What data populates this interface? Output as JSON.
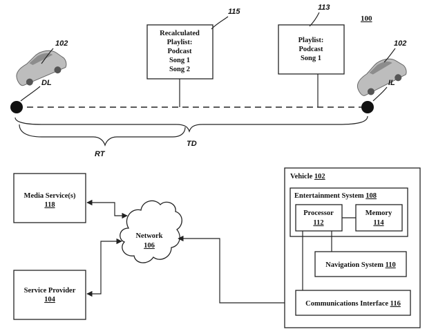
{
  "figure_number": "100",
  "top": {
    "car_ref": "102",
    "dl_label": "DL",
    "il_label": "IL",
    "rt_label": "RT",
    "td_label": "TD",
    "box115": {
      "ref": "115",
      "lines": [
        "Recalculated",
        "Playlist:",
        "Podcast",
        "Song 1",
        "Song 2"
      ]
    },
    "box113": {
      "ref": "113",
      "lines": [
        "Playlist:",
        "Podcast",
        "Song 1"
      ]
    }
  },
  "bottom": {
    "media": {
      "label": "Media Service(s)",
      "ref": "118"
    },
    "provider": {
      "label": "Service Provider",
      "ref": "104"
    },
    "network": {
      "label": "Network",
      "ref": "106"
    },
    "vehicle": {
      "label": "Vehicle",
      "ref": "102"
    },
    "entertainment": {
      "label": "Entertainment System",
      "ref": "108"
    },
    "processor": {
      "label": "Processor",
      "ref": "112"
    },
    "memory": {
      "label": "Memory",
      "ref": "114"
    },
    "navigation": {
      "label": "Navigation System",
      "ref": "110"
    },
    "comms": {
      "label": "Communications Interface",
      "ref": "116"
    }
  },
  "colors": {
    "ink": "#222222",
    "car_fill": "#bdbdbd"
  }
}
